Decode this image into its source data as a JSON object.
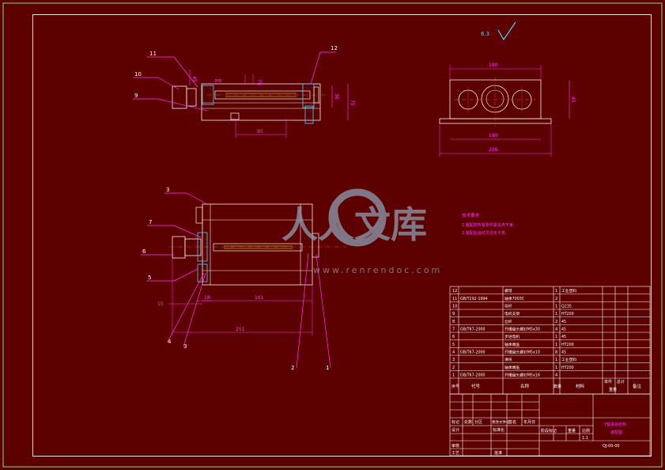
{
  "colors": {
    "background": "#5c0000",
    "border": "#7ce37c",
    "border_inner": "#e8e8e8",
    "outline": "#f2f2f2",
    "dimension": "#ff33ff",
    "table_line": "#ffffff",
    "text": "#ffffff",
    "watermark": "#8e9eb2",
    "accent": "#e05050",
    "note": "#ff33ff",
    "title_name": "#ff33ff",
    "surface_mark": "#4ad5ff",
    "hidden": "#3fd8ff",
    "yellow": "#ffff00"
  },
  "surface_finish": {
    "label": "6.3"
  },
  "watermark": {
    "brand": "人人文库",
    "url": "www.renrendoc.com"
  },
  "top_view": {
    "balloons": [
      "11",
      "10",
      "9",
      "12"
    ],
    "dimensions": [
      "45",
      "95",
      "36",
      "75",
      "75"
    ],
    "side_note": "M8"
  },
  "end_view": {
    "dimensions": [
      "180",
      "180",
      "45",
      "206"
    ]
  },
  "front_view": {
    "balloons": [
      "3",
      "7",
      "6",
      "5",
      "4",
      "3",
      "2",
      "1"
    ],
    "dimensions": [
      "15",
      "18",
      "161",
      "251"
    ]
  },
  "notes": {
    "title": "技术要求",
    "lines": [
      "1.装配前所有零件需清洗干净。",
      "2.装配后运动灵活无卡滞。"
    ]
  },
  "parts_table": {
    "rows": [
      {
        "no": "12",
        "code": "",
        "name": "螺母",
        "qty": "1",
        "material": "工业塑料"
      },
      {
        "no": "11",
        "code": "GB/T292-1994",
        "name": "轴承7003C",
        "qty": "2",
        "material": ""
      },
      {
        "no": "10",
        "code": "",
        "name": "导杆",
        "qty": "1",
        "material": "Q235"
      },
      {
        "no": "9",
        "code": "",
        "name": "电机支架",
        "qty": "1",
        "material": "HT200"
      },
      {
        "no": "8",
        "code": "",
        "name": "丝杆",
        "qty": "2",
        "material": "45"
      },
      {
        "no": "7",
        "code": "GB/T67-2000",
        "name": "开槽盘头螺钉M5x30",
        "qty": "4",
        "material": "45"
      },
      {
        "no": "6",
        "code": "",
        "name": "步进电机",
        "qty": "1",
        "material": "45"
      },
      {
        "no": "5",
        "code": "",
        "name": "轴承端盖",
        "qty": "1",
        "material": "HT200"
      },
      {
        "no": "4",
        "code": "GB/T67-2000",
        "name": "开槽盘头螺钉M5x10",
        "qty": "8",
        "material": "45"
      },
      {
        "no": "3",
        "code": "",
        "name": "滑块",
        "qty": "1",
        "material": "工业塑料"
      },
      {
        "no": "2",
        "code": "",
        "name": "轴承端盖",
        "qty": "1",
        "material": "HT200"
      },
      {
        "no": "1",
        "code": "GB/T67-2000",
        "name": "开槽盘头螺钉M5x16",
        "qty": "4",
        "material": ""
      }
    ],
    "header": {
      "no": "序号",
      "code": "代号",
      "name": "名称",
      "qty": "数量",
      "material": "材料",
      "single": "单件",
      "total": "总计",
      "weight": "重量",
      "remark": "备注"
    }
  },
  "title_block": {
    "rev_header": [
      "标记",
      "处数",
      "分区",
      "更改文件号",
      "签名",
      "年月日"
    ],
    "design": "设计",
    "standardize": "标准化",
    "review": "审核",
    "process": "工艺",
    "approve": "批准",
    "stage": [
      "阶段标记",
      "重量",
      "比例"
    ],
    "scale": "1:1",
    "part_name": "Y轴进给结构",
    "part_sub": "装配图",
    "drawing_no": "QJ-00-00"
  }
}
